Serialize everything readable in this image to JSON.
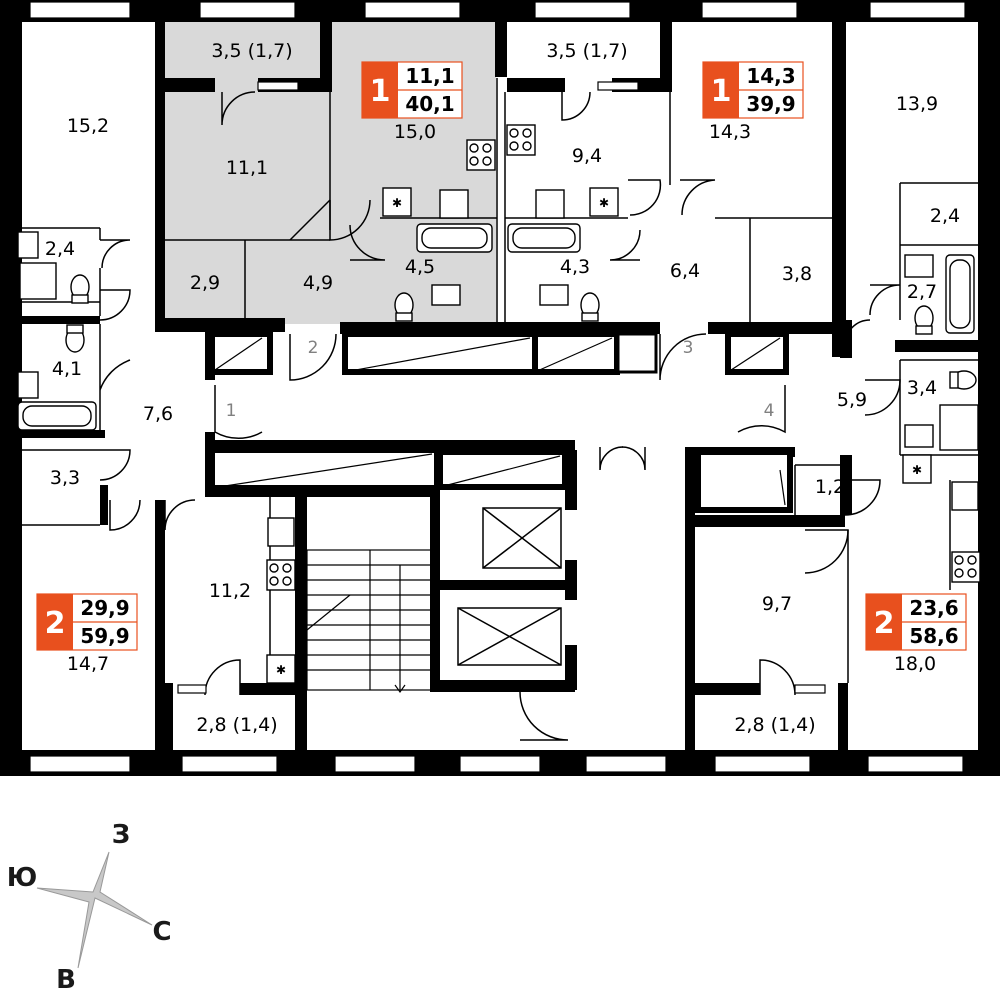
{
  "colors": {
    "accent": "#e8501e",
    "highlight_fill": "#d9d9d9",
    "wall": "#000000",
    "compass_fill": "#c8c8c8"
  },
  "stair_labels": [
    "1",
    "2",
    "3",
    "4"
  ],
  "apartments": [
    {
      "rooms": "1",
      "living_area": "11,1",
      "total_area": "40,1"
    },
    {
      "rooms": "1",
      "living_area": "14,3",
      "total_area": "39,9"
    },
    {
      "rooms": "2",
      "living_area": "29,9",
      "total_area": "59,9"
    },
    {
      "rooms": "2",
      "living_area": "23,6",
      "total_area": "58,6"
    }
  ],
  "room_labels": [
    "3,5 (1,7)",
    "15,0",
    "11,1",
    "2,9",
    "4,9",
    "4,5",
    "3,5 (1,7)",
    "9,4",
    "14,3",
    "4,3",
    "6,4",
    "3,8",
    "15,2",
    "2,4",
    "4,1",
    "7,6",
    "3,3",
    "14,7",
    "11,2",
    "2,8 (1,4)",
    "13,9",
    "2,4",
    "2,7",
    "3,4",
    "5,9",
    "1,2",
    "9,7",
    "18,0",
    "2,8 (1,4)"
  ],
  "compass": {
    "north": "З",
    "east": "С",
    "south": "В",
    "west": "Ю"
  }
}
